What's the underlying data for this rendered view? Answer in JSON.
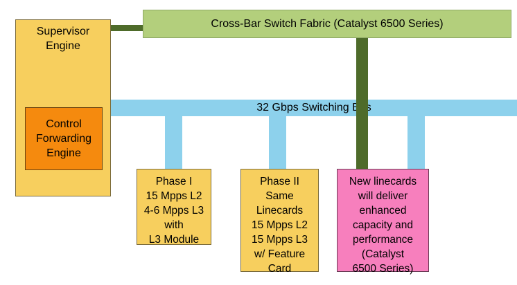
{
  "fabric": {
    "label": "Cross-Bar Switch Fabric (Catalyst 6500 Series)"
  },
  "bus": {
    "label": "32 Gbps Switching Bus"
  },
  "supervisor": {
    "label": "Supervisor\nEngine",
    "inner_label": "Control\nForwarding\nEngine"
  },
  "cards": [
    {
      "label": "Phase I\n15 Mpps L2\n4-6 Mpps L3\nwith\nL3 Module"
    },
    {
      "label": "Phase II\nSame\nLinecards\n15 Mpps L2\n15 Mpps L3\nw/ Feature\nCard"
    },
    {
      "label": "New linecards\nwill deliver\nenhanced\ncapacity and\nperformance\n(Catalyst\n6500 Series)"
    }
  ],
  "colors": {
    "fabric": "#b3cf7c",
    "bus": "#8dd1ec",
    "green_link": "#4e6b2a",
    "yellow": "#f7cf5e",
    "orange": "#f58a0e",
    "pink": "#f77fbd"
  }
}
